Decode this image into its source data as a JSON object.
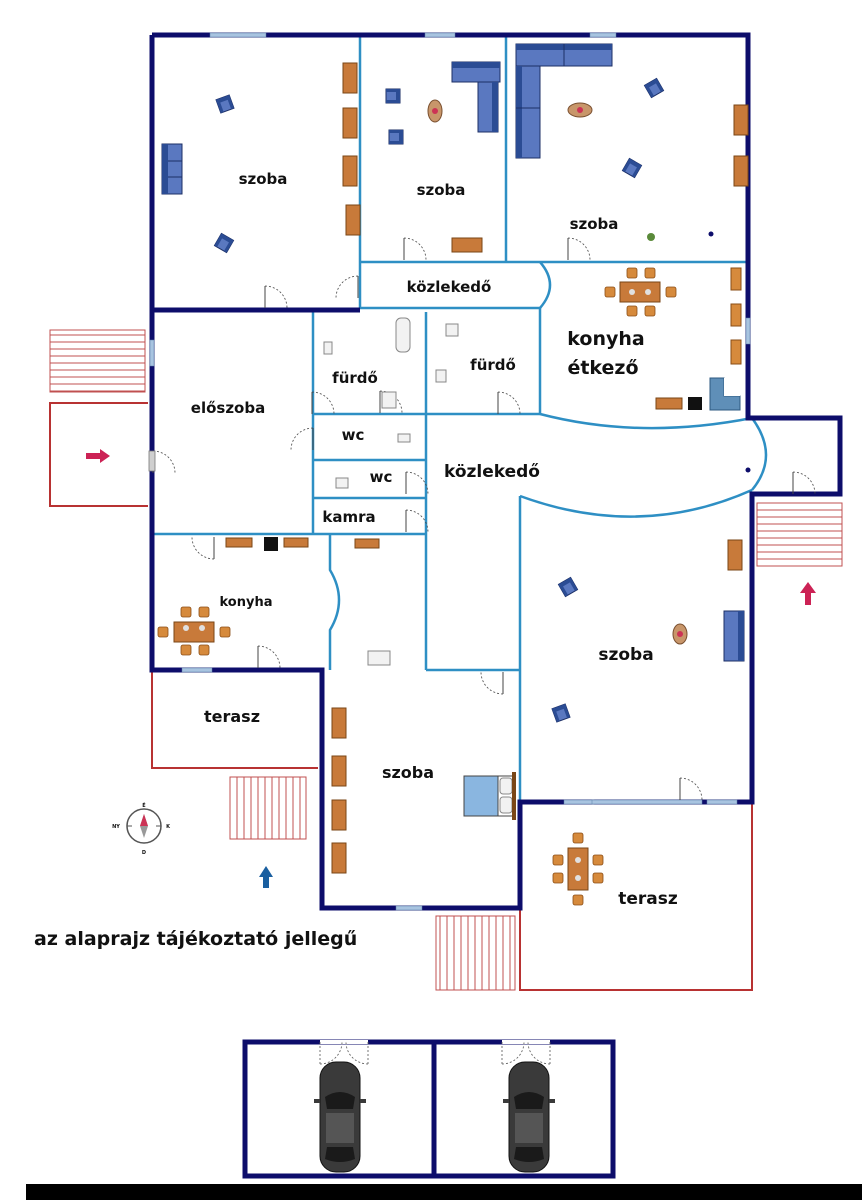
{
  "rooms": {
    "szoba_nw": "szoba",
    "szoba_n_mid": "szoba",
    "szoba_ne": "szoba",
    "kozlekedo_north": "közlekedő",
    "konyha_etkezo_line1": "konyha",
    "konyha_etkezo_line2": "étkező",
    "eloszoba": "előszoba",
    "furdo_1": "fürdő",
    "furdo_2": "fürdő",
    "wc_1": "wc",
    "wc_2": "wc",
    "kamra": "kamra",
    "kozlekedo_center": "közlekedő",
    "konyha_small": "konyha",
    "szoba_east": "szoba",
    "terasz_west": "terasz",
    "szoba_south": "szoba",
    "terasz_south": "terasz"
  },
  "compass": {
    "north": "É",
    "east": "K",
    "south": "D",
    "west": "NY"
  },
  "note": "az alaprajz tájékoztató jellegű",
  "colors": {
    "outer_wall": "#0d0d6b",
    "inner_wall": "#2e8fc4",
    "terrace_line": "#b83232",
    "stairs": "#c05050",
    "furniture_wood": "#c87a3a",
    "sofa_blue": "#3a5aa8",
    "window": "#a8c4e0",
    "entry_arrow": "#cc2255",
    "car": "#3a3a3a"
  },
  "icons": [
    "compass-icon",
    "entry-arrow-icon",
    "car-icon",
    "door-swing-icon",
    "sofa-icon",
    "dining-table-icon",
    "bed-icon"
  ]
}
